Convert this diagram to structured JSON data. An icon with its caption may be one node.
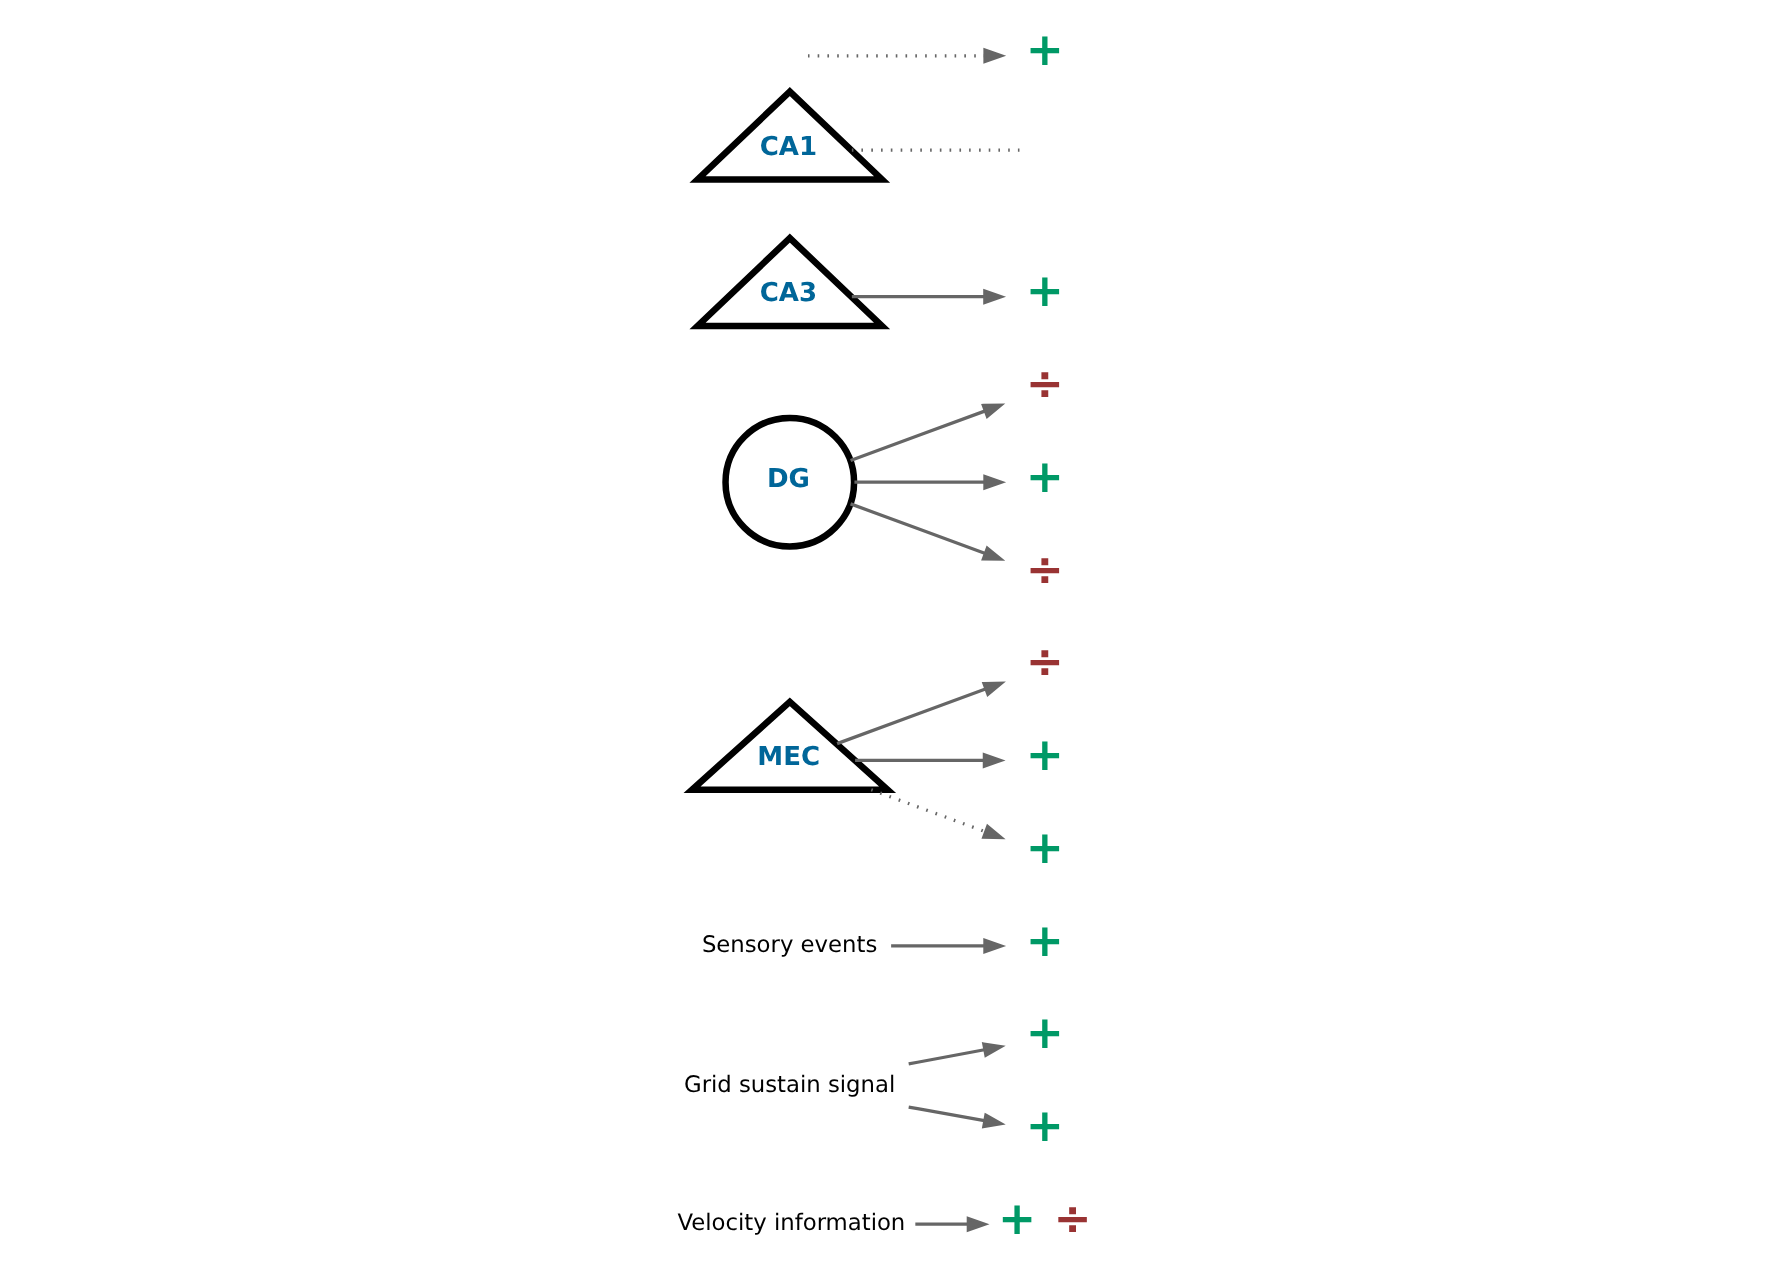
{
  "diagram": {
    "nodes": [
      {
        "text": [
          "Velocity information"
        ]
      },
      {
        "text": [
          "Grid sustain signal"
        ]
      },
      {
        "text": [
          "Sensory events"
        ]
      },
      {
        "text": [
          "MEC"
        ]
      },
      {
        "text": [
          "DG"
        ]
      },
      {
        "text": [
          "CA3"
        ]
      },
      {
        "text": [
          "CA1"
        ]
      },
      {
        "text": [
          "+"
        ],
        "beside": [
          "÷"
        ]
      },
      {
        "text": [
          "+"
        ]
      },
      {
        "text": [
          "+"
        ]
      },
      {
        "text": [
          "÷"
        ]
      },
      {
        "text": [
          "+"
        ]
      },
      {
        "text": [
          "+"
        ]
      },
      {
        "text": [
          "÷"
        ]
      },
      {
        "text": [
          "+"
        ]
      },
      {
        "text": [
          "+"
        ]
      },
      {
        "text": [
          "÷"
        ]
      },
      {
        "text": [
          "+"
        ]
      },
      {
        "text": [
          "+"
        ]
      }
    ],
    "edges": [
      {
        "from": 0,
        "to": 7,
        "arrow": "to"
      },
      {
        "from": null,
        "to": 8,
        "arrow": "to",
        "style": "dashed"
      },
      {
        "from": 1,
        "to": 9,
        "arrow": "to"
      },
      {
        "from": 1,
        "to": 11,
        "arrow": "to"
      },
      {
        "from": 3,
        "to": 10,
        "arrow": "to"
      },
      {
        "from": 3,
        "to": 12,
        "arrow": "to"
      },
      {
        "from": 4,
        "to": 13,
        "arrow": "to"
      },
      {
        "from": 3,
        "to": 14,
        "arrow": "to",
        "style": "dashed"
      },
      {
        "from": 4,
        "to": 15,
        "arrow": "to"
      },
      {
        "from": 4,
        "to": 16,
        "arrow": "to"
      },
      {
        "from": 2,
        "to": 17,
        "arrow": "to"
      },
      {
        "from": 5,
        "to": 18,
        "arrow": "to"
      },
      {
        "from": 6,
        "to": null,
        "arrow": "none",
        "style": "dashed"
      }
    ]
  }
}
